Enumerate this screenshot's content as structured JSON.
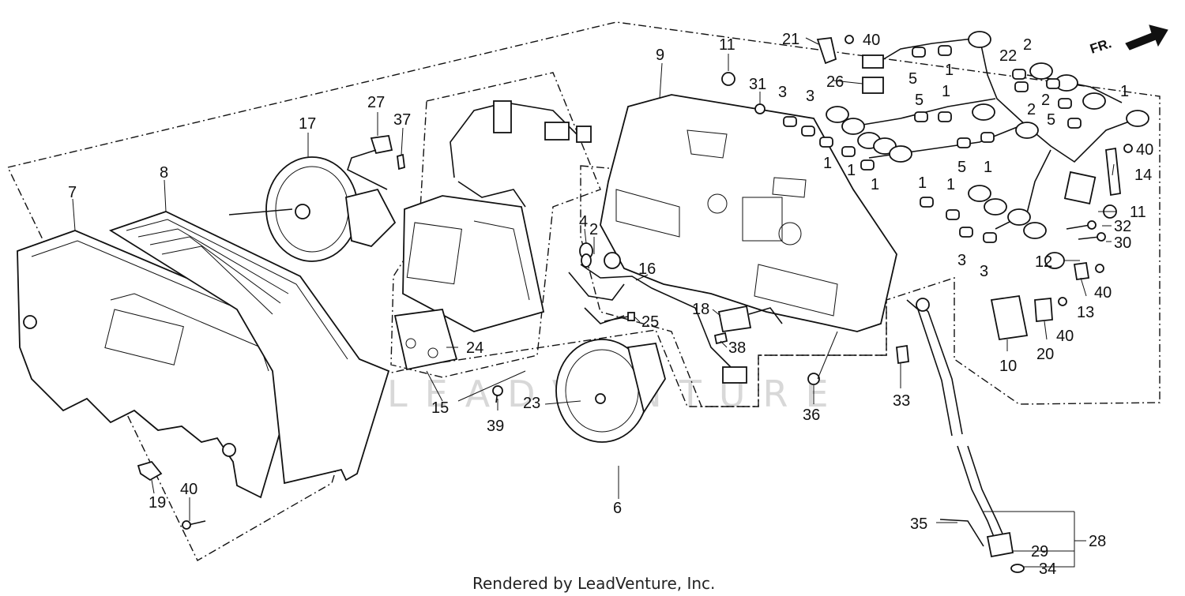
{
  "direction_label": "FR.",
  "footer": "Rendered by LeadVenture, Inc.",
  "watermark": "LEADVENTURE",
  "callouts": [
    {
      "id": "c7",
      "text": "7"
    },
    {
      "id": "c8",
      "text": "8"
    },
    {
      "id": "c17",
      "text": "17"
    },
    {
      "id": "c27",
      "text": "27"
    },
    {
      "id": "c37",
      "text": "37"
    },
    {
      "id": "c9",
      "text": "9"
    },
    {
      "id": "c11a",
      "text": "11"
    },
    {
      "id": "c21",
      "text": "21"
    },
    {
      "id": "c40a",
      "text": "40"
    },
    {
      "id": "c26",
      "text": "26"
    },
    {
      "id": "c31",
      "text": "31"
    },
    {
      "id": "c3a",
      "text": "3"
    },
    {
      "id": "c3b",
      "text": "3"
    },
    {
      "id": "c5a",
      "text": "5"
    },
    {
      "id": "c1a",
      "text": "1"
    },
    {
      "id": "c22",
      "text": "22"
    },
    {
      "id": "c2a",
      "text": "2"
    },
    {
      "id": "c5b",
      "text": "5"
    },
    {
      "id": "c1b",
      "text": "1"
    },
    {
      "id": "c2b",
      "text": "2"
    },
    {
      "id": "c2c",
      "text": "2"
    },
    {
      "id": "c5c",
      "text": "5"
    },
    {
      "id": "c1c",
      "text": "1"
    },
    {
      "id": "c1d",
      "text": "1"
    },
    {
      "id": "c1e",
      "text": "1"
    },
    {
      "id": "c1f",
      "text": "1"
    },
    {
      "id": "c5d",
      "text": "5"
    },
    {
      "id": "c1g",
      "text": "1"
    },
    {
      "id": "c40b",
      "text": "40"
    },
    {
      "id": "c14",
      "text": "14"
    },
    {
      "id": "c1h",
      "text": "1"
    },
    {
      "id": "c1i",
      "text": "1"
    },
    {
      "id": "c11b",
      "text": "11"
    },
    {
      "id": "c32",
      "text": "32"
    },
    {
      "id": "c30",
      "text": "30"
    },
    {
      "id": "c3c",
      "text": "3"
    },
    {
      "id": "c3d",
      "text": "3"
    },
    {
      "id": "c12",
      "text": "12"
    },
    {
      "id": "c40c",
      "text": "40"
    },
    {
      "id": "c13",
      "text": "13"
    },
    {
      "id": "c40d",
      "text": "40"
    },
    {
      "id": "c20",
      "text": "20"
    },
    {
      "id": "c10",
      "text": "10"
    },
    {
      "id": "c4",
      "text": "4"
    },
    {
      "id": "c2d",
      "text": "2"
    },
    {
      "id": "c16",
      "text": "16"
    },
    {
      "id": "c25",
      "text": "25"
    },
    {
      "id": "c18",
      "text": "18"
    },
    {
      "id": "c38",
      "text": "38"
    },
    {
      "id": "c24",
      "text": "24"
    },
    {
      "id": "c15",
      "text": "15"
    },
    {
      "id": "c39",
      "text": "39"
    },
    {
      "id": "c23",
      "text": "23"
    },
    {
      "id": "c36",
      "text": "36"
    },
    {
      "id": "c33",
      "text": "33"
    },
    {
      "id": "c6",
      "text": "6"
    },
    {
      "id": "c19",
      "text": "19"
    },
    {
      "id": "c40e",
      "text": "40"
    },
    {
      "id": "c35",
      "text": "35"
    },
    {
      "id": "c28",
      "text": "28"
    },
    {
      "id": "c29",
      "text": "29"
    },
    {
      "id": "c34",
      "text": "34"
    }
  ]
}
